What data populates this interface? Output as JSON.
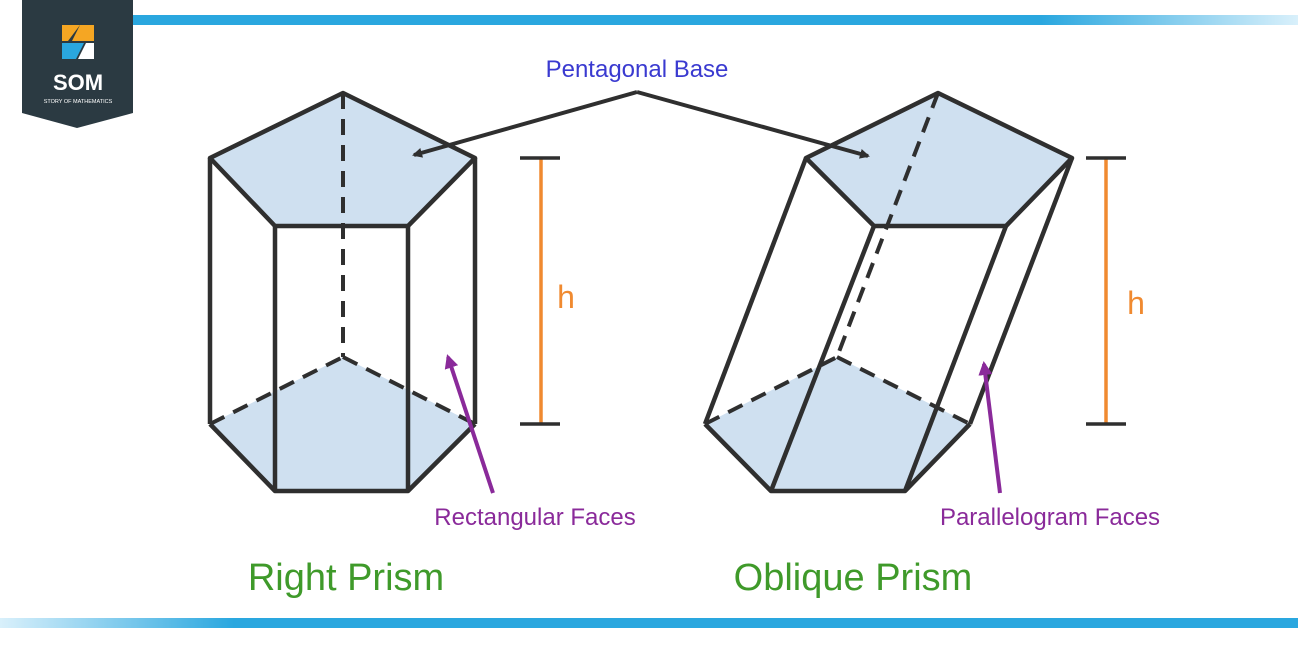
{
  "logo": {
    "text": "SOM",
    "subtext": "STORY OF MATHEMATICS"
  },
  "labels": {
    "pentagonal_base": "Pentagonal Base",
    "height_symbol": "h",
    "rectangular_faces": "Rectangular Faces",
    "parallelogram_faces": "Parallelogram Faces",
    "right_prism": "Right Prism",
    "oblique_prism": "Oblique Prism"
  },
  "colors": {
    "face_fill": "#cfe0f0",
    "edge": "#2f2f2f",
    "height_bar": "#f08a30",
    "base_label": "#3a3ad0",
    "face_label": "#8a2a9a",
    "title": "#3f9a2a",
    "band": "#2aa7df",
    "logo_bg": "#2b3a42",
    "logo_orange": "#f5a623",
    "logo_blue": "#2aa7df"
  }
}
